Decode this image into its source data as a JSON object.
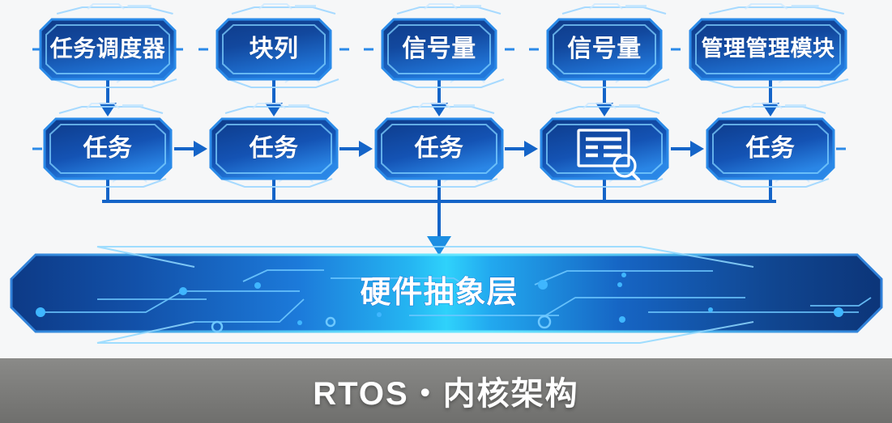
{
  "meta": {
    "background_color": "#f6f7f8",
    "accent_blue": "#1464c8",
    "accent_cyan": "#28c8f0",
    "node_fill_dark": "#113c86",
    "node_fill_light": "#1f6ed2"
  },
  "diagram": {
    "title": "RTOS 内核架构",
    "row_top": {
      "name": "service-modules-row",
      "nodes": [
        {
          "id": "task-scheduler",
          "label": "任务调度器",
          "icon": null
        },
        {
          "id": "block-queue",
          "label": "块列",
          "icon": null
        },
        {
          "id": "semaphore-1",
          "label": "信号量",
          "icon": null
        },
        {
          "id": "semaphore-2",
          "label": "信号量",
          "icon": null
        },
        {
          "id": "management-module",
          "label": "管理管理模块",
          "icon": null
        }
      ]
    },
    "row_tasks": {
      "name": "task-row",
      "nodes": [
        {
          "id": "task-1",
          "label": "任务",
          "icon": null
        },
        {
          "id": "task-2",
          "label": "任务",
          "icon": null
        },
        {
          "id": "task-3",
          "label": "任务",
          "icon": null
        },
        {
          "id": "task-4",
          "label": "",
          "icon": "document-search-icon"
        },
        {
          "id": "task-5",
          "label": "任务",
          "icon": null
        }
      ]
    },
    "hal": {
      "id": "hardware-abstraction-layer",
      "label": "硬件抽象层"
    }
  },
  "caption": {
    "text": "RTOS・内核架构"
  }
}
